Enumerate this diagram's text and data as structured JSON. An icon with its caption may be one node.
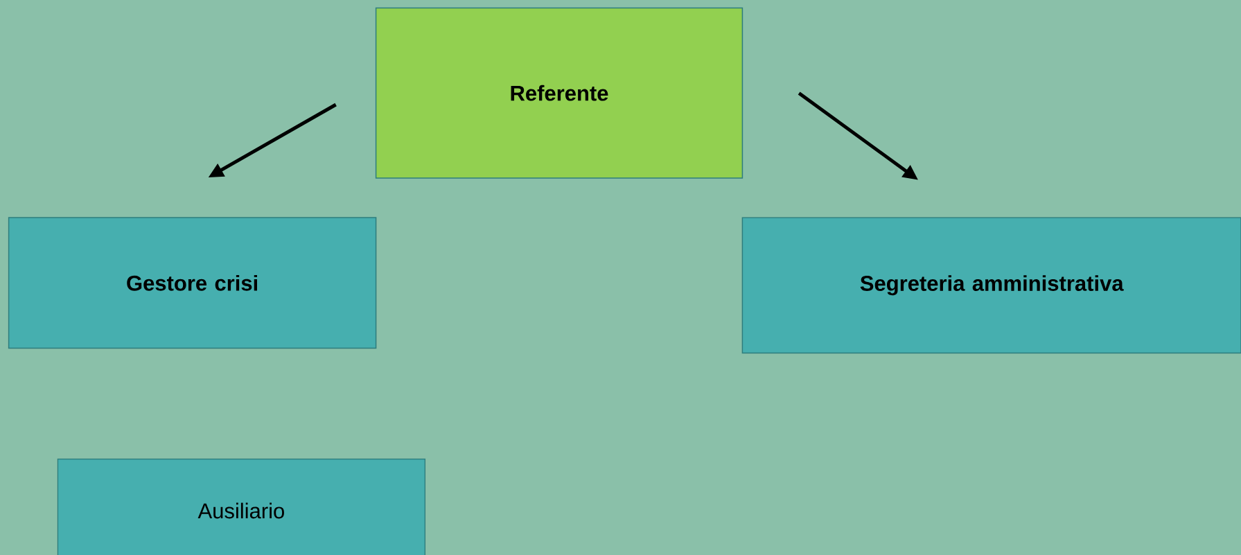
{
  "diagram": {
    "nodes": [
      {
        "text": [
          "Referente"
        ]
      },
      {
        "text": [
          "Gestore crisi"
        ]
      },
      {
        "text": [
          "Segreteria amministrativa"
        ]
      },
      {
        "text": [
          "Ausiliario"
        ]
      }
    ],
    "edges": [
      {
        "from": 0,
        "to": 1,
        "arrow": "to"
      },
      {
        "from": 0,
        "to": 2,
        "arrow": "to"
      }
    ]
  }
}
